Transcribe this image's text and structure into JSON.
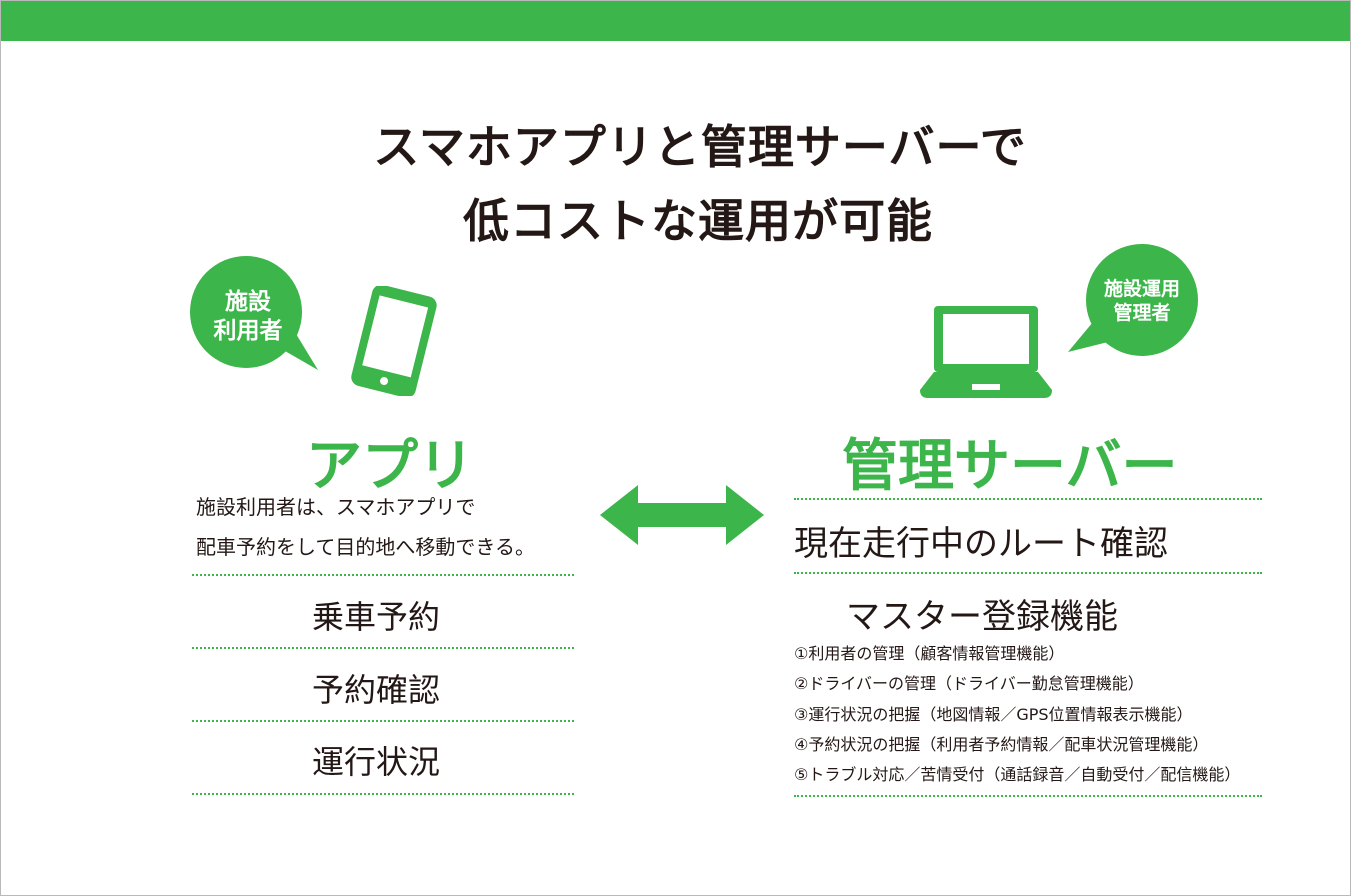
{
  "headline": {
    "line1": "スマホアプリと管理サーバーで",
    "line2": "低コストな運用が可能"
  },
  "app": {
    "bubble_line1": "施設",
    "bubble_line2": "利用者",
    "title": "アプリ",
    "desc_line1": "施設利用者は、スマホアプリで",
    "desc_line2": "配車予約をして目的地へ移動できる。",
    "items": [
      "乗車予約",
      "予約確認",
      "運行状況"
    ]
  },
  "server": {
    "bubble_line1": "施設運用",
    "bubble_line2": "管理者",
    "title": "管理サーバー",
    "route_label": "現在走行中のルート確認",
    "master_label": "マスター登録機能",
    "features": [
      "①利用者の管理（顧客情報管理機能）",
      "②ドライバーの管理（ドライバー勤怠管理機能）",
      "③運行状況の把握（地図情報／GPS位置情報表示機能）",
      "④予約状況の把握（利用者予約情報／配車状況管理機能）",
      "⑤トラブル対応／苦情受付（通話録音／自動受付／配信機能）"
    ]
  },
  "icons": {
    "smartphone": "smartphone-icon",
    "laptop": "laptop-icon",
    "arrow": "double-arrow-icon"
  },
  "colors": {
    "accent": "#3cb54a",
    "text": "#231815"
  }
}
